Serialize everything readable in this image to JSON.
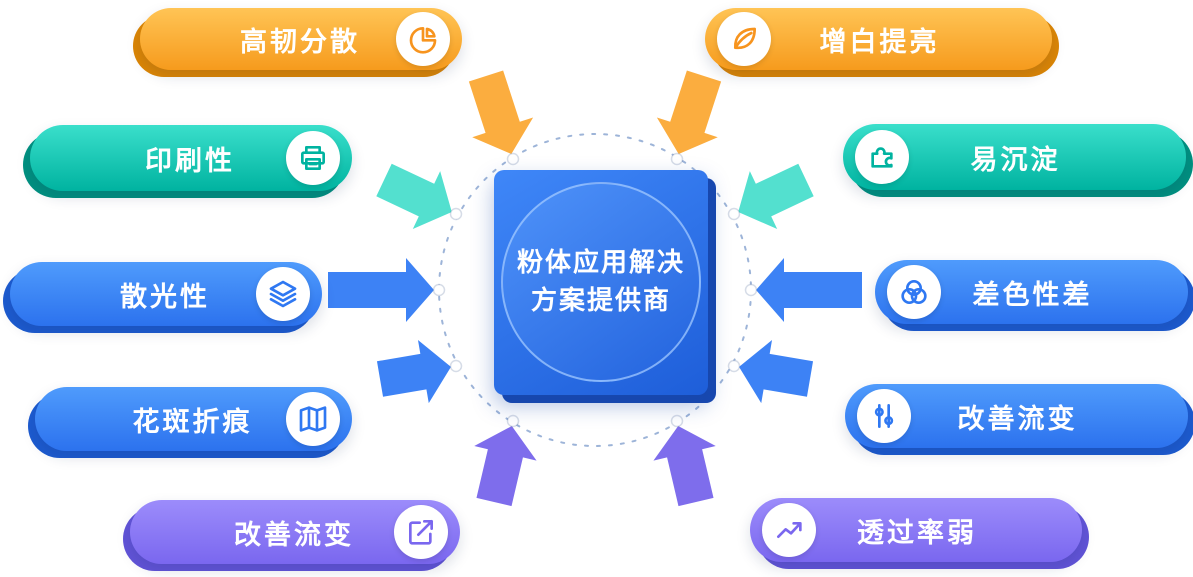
{
  "center": {
    "line1": "粉体应用解决",
    "line2": "方案提供商"
  },
  "left_items": [
    {
      "label": "高韧分散",
      "icon": "pie-chart-icon",
      "color": "#F69B1D"
    },
    {
      "label": "印刷性",
      "icon": "printer-icon",
      "color": "#00B3A0"
    },
    {
      "label": "散光性",
      "icon": "layers-icon",
      "color": "#2F78F2"
    },
    {
      "label": "花斑折痕",
      "icon": "map-icon",
      "color": "#2F78F2"
    },
    {
      "label": "改善流变",
      "icon": "edit-arrow-icon",
      "color": "#7A67EF"
    }
  ],
  "right_items": [
    {
      "label": "增白提亮",
      "icon": "leaf-icon",
      "color": "#F69B1D"
    },
    {
      "label": "易沉淀",
      "icon": "puzzle-icon",
      "color": "#00B3A0"
    },
    {
      "label": "差色性差",
      "icon": "color-circles-icon",
      "color": "#2F78F2"
    },
    {
      "label": "改善流变",
      "icon": "sliders-icon",
      "color": "#2F78F2"
    },
    {
      "label": "透过率弱",
      "icon": "trend-chart-icon",
      "color": "#7A67EF"
    }
  ],
  "colors": {
    "orange": "#F69B1D",
    "teal": "#00B3A0",
    "blue": "#2F78F2",
    "purple": "#7A67EF",
    "center_blue": "#2363DD",
    "ring": "#9DB4D8"
  }
}
